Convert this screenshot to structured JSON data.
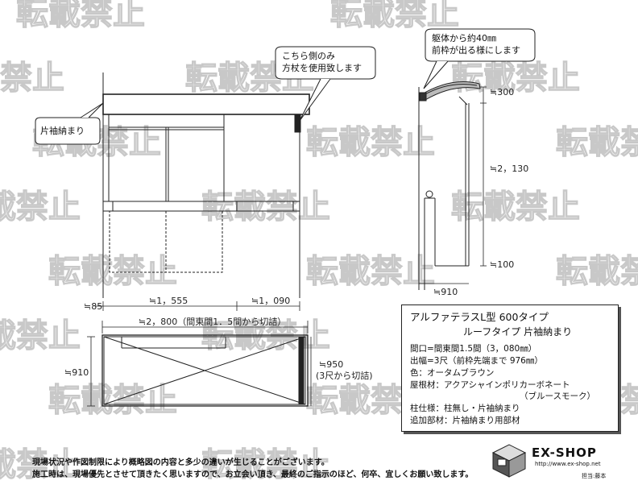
{
  "watermark": "転載禁止",
  "bubbles": {
    "left": "片袖納まり",
    "top_lines": [
      "こちら側のみ",
      "方杖を使用致します"
    ],
    "side_lines": [
      "躯体から約40㎜",
      "前枠が出る様にします"
    ]
  },
  "dimensions": {
    "w1555": "≒1，555",
    "w1090": "≒1，090",
    "w85": "≒85",
    "w2800": "≒2，800（間東間1．5間から切詰）",
    "h910_left": "≒910",
    "h950": "≒950",
    "h950_note": "(3尺から切詰)",
    "h300": "≒300",
    "h2130": "≒2，130",
    "h100": "≒100",
    "w910": "≒910"
  },
  "spec": {
    "title": "アルファテラスL型 600タイプ",
    "subtitle": "ルーフタイプ 片袖納まり",
    "lines": [
      "間口=間東間1.5間（3，080㎜）",
      "出幅=3尺（前枠先端まで 976㎜）",
      "色：オータムブラウン",
      "屋根材：アクアシャインポリカーボネート",
      "（ブルースモーク）",
      "柱仕様：柱無し・片袖納まり",
      "追加部材：片袖納まり用部材"
    ]
  },
  "notes": [
    "現場状況や作図制限により概略図の内容と多少の違いが生じることがございます。",
    "施工時は、現場優先とさせて頂きたく思いますので、お立会い頂き、最終のご指示のほど、何卒、宜しくお願い致します。"
  ],
  "logo": {
    "name": "EX-SHOP",
    "url": "http://www.ex-shop.net",
    "staff": "担当:藤本"
  }
}
